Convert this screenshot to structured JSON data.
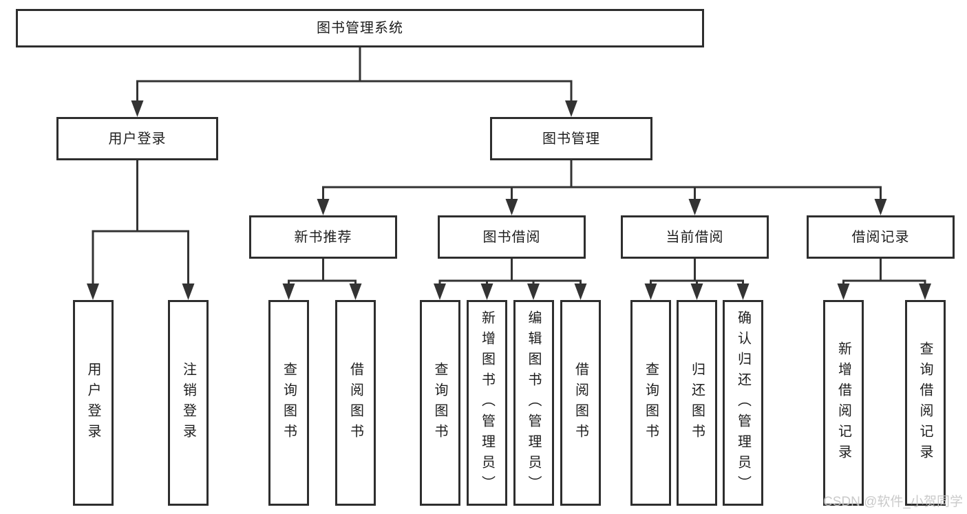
{
  "diagram": {
    "root": {
      "label": "图书管理系统"
    },
    "level2": {
      "user_login": {
        "label": "用户登录"
      },
      "book_mgmt": {
        "label": "图书管理"
      }
    },
    "level3": {
      "new_books": {
        "label": "新书推荐"
      },
      "book_borrow": {
        "label": "图书借阅"
      },
      "current_borrow": {
        "label": "当前借阅"
      },
      "borrow_records": {
        "label": "借阅记录"
      }
    },
    "leaves": {
      "user_login": {
        "label": "用户登录"
      },
      "logout": {
        "label": "注销登录"
      },
      "nb_query": {
        "label": "查询图书"
      },
      "nb_borrow": {
        "label": "借阅图书"
      },
      "bw_query": {
        "label": "查询图书"
      },
      "bw_add": {
        "label": "新增图书（管理员）"
      },
      "bw_edit": {
        "label": "编辑图书（管理员）"
      },
      "bw_borrow": {
        "label": "借阅图书"
      },
      "cur_query": {
        "label": "查询图书"
      },
      "cur_return": {
        "label": "归还图书"
      },
      "cur_confirm": {
        "label": "确认归还（管理员）"
      },
      "rec_add": {
        "label": "新增借阅记录"
      },
      "rec_query": {
        "label": "查询借阅记录"
      }
    }
  },
  "watermark": {
    "text": "CSDN @软件_小贺同学"
  },
  "colors": {
    "line": "#333333",
    "box_border": "#2e2e2e",
    "box_fill": "#ffffff",
    "text": "#1e1e1e",
    "watermark": "#c5c5c5"
  }
}
